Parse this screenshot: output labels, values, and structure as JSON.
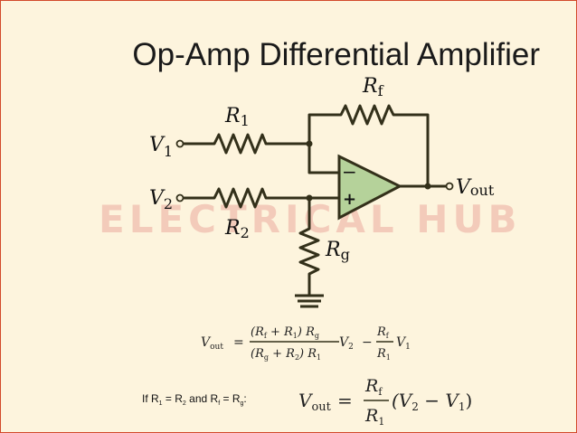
{
  "title": "Op-Amp Differential Amplifier",
  "watermark": "ELECTRICAL HUB",
  "colors": {
    "background": "#fdf4dd",
    "border": "#d24a2a",
    "opamp_fill": "#b5d29a",
    "wire": "#33301a"
  },
  "labels": {
    "r1": "R",
    "r1_sub": "1",
    "r2": "R",
    "r2_sub": "2",
    "rf": "R",
    "rf_sub": "f",
    "rg": "R",
    "rg_sub": "g",
    "v1": "V",
    "v1_sub": "1",
    "v2": "V",
    "v2_sub": "2",
    "vout": "V",
    "vout_sub": "out",
    "minus": "−",
    "plus": "+"
  },
  "equation1": {
    "lhs": "V",
    "lhs_sub": "out",
    "equals": "=",
    "num": "(R",
    "num_sub1": "f",
    "num_mid": " + R",
    "num_sub2": "1",
    "num_end": ") R",
    "num_sub3": "g",
    "den": "(R",
    "den_sub1": "g",
    "den_mid": " + R",
    "den_sub2": "2",
    "den_end": ") R",
    "den_sub3": "1",
    "v2": "V",
    "v2_sub": "2",
    "minus": "−",
    "rnum": "R",
    "rnum_sub": "f",
    "rden": "R",
    "rden_sub": "1",
    "v1": "V",
    "v1_sub": "1"
  },
  "condition": {
    "text_a": "If R",
    "s1": "1",
    "text_b": " = R",
    "s2": "2",
    "text_c": " and R",
    "s3": "f",
    "text_d": " = R",
    "s4": "g",
    "text_e": ":"
  },
  "equation2": {
    "lhs": "V",
    "lhs_sub": "out",
    "equals": "=",
    "num": "R",
    "num_sub": "f",
    "den": "R",
    "den_sub": "1",
    "open": "(V",
    "v2_sub": "2",
    "mid": " − V",
    "v1_sub": "1",
    "close": ")"
  }
}
